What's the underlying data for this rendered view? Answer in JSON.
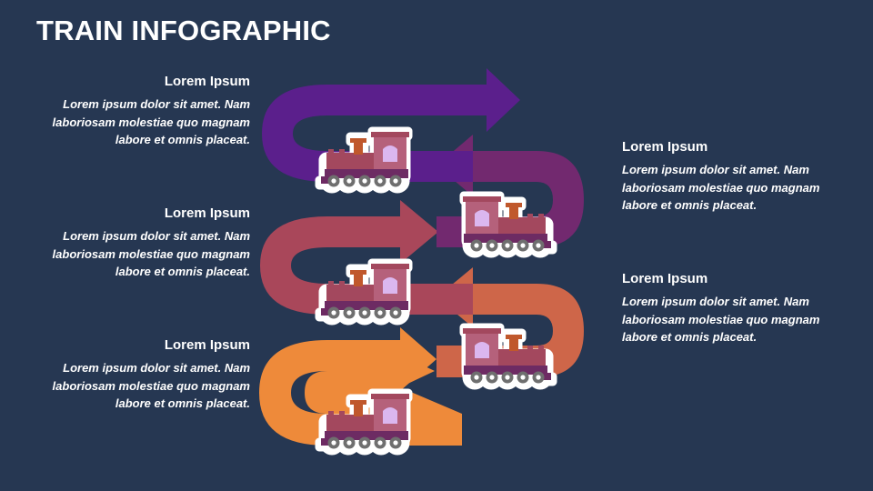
{
  "title": "TRAIN INFOGRAPHIC",
  "colors": {
    "background": "#263752",
    "stage1": "#5b1f8c",
    "stage2": "#72296f",
    "stage3": "#a9475a",
    "stage4": "#ce6649",
    "stage5": "#ee8a3a",
    "train_body": "#a3485e",
    "train_cab": "#b5617b",
    "train_window": "#dbb7ef",
    "train_chassis": "#6d2b63",
    "train_wheel": "#6f6f6f",
    "train_chimney": "#c0582c"
  },
  "stages": [
    {
      "heading": "Lorem Ipsum",
      "text": "Lorem ipsum dolor sit amet. Nam laboriosam molestiae quo magnam labore et omnis placeat."
    },
    {
      "heading": "Lorem Ipsum",
      "text": "Lorem ipsum dolor sit amet. Nam laboriosam molestiae quo magnam labore et omnis placeat."
    },
    {
      "heading": "Lorem Ipsum",
      "text": "Lorem ipsum dolor sit amet. Nam laboriosam molestiae quo magnam labore et omnis placeat."
    },
    {
      "heading": "Lorem Ipsum",
      "text": "Lorem ipsum dolor sit amet. Nam laboriosam molestiae quo magnam labore et omnis placeat."
    },
    {
      "heading": "Lorem Ipsum",
      "text": "Lorem ipsum dolor sit amet. Nam laboriosam molestiae quo magnam labore et omnis placeat."
    }
  ],
  "icons": [
    "train-icon"
  ]
}
